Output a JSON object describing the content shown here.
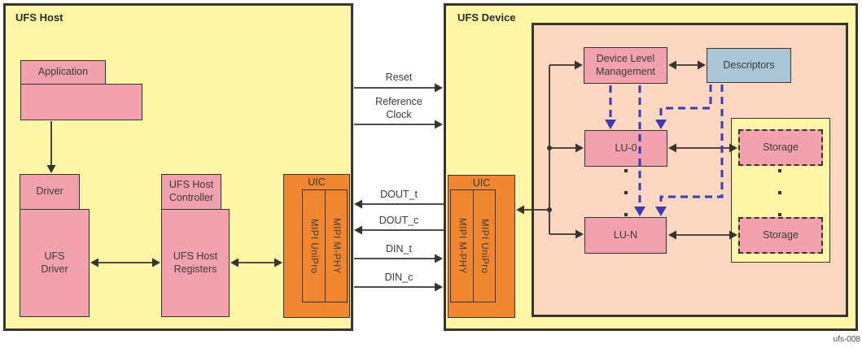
{
  "figure_id": "ufs-008",
  "host": {
    "title": "UFS Host",
    "application_label": "Application",
    "driver_tab_label": "Driver",
    "driver_body_label": "UFS\nDriver",
    "host_controller_tab_label": "UFS Host\nController",
    "host_controller_body_label": "UFS Host\nRegisters",
    "uic_label": "UIC",
    "unipro_label": "MIPI UniPro",
    "mphy_label": "MIPI M-PHY"
  },
  "signals": {
    "reset_label": "Reset",
    "reference_clock_label": "Reference\nClock",
    "dout_t_label": "DOUT_t",
    "dout_c_label": "DOUT_c",
    "din_t_label": "DIN_t",
    "din_c_label": "DIN_c"
  },
  "device": {
    "title": "UFS Device",
    "uic_label": "UIC",
    "mphy_label": "MIPI M-PHY",
    "unipro_label": "MIPI UniPro",
    "device_level_management_label": "Device Level\nManagement",
    "descriptors_label": "Descriptors",
    "lu0_label": "LU-0",
    "lun_label": "LU-N",
    "storage_top_label": "Storage",
    "storage_bottom_label": "Storage"
  },
  "colors": {
    "panel_yellow": "#fcf6a6",
    "block_pink": "#f2a2ae",
    "device_inner_salmon": "#fbd6c1",
    "uic_orange": "#f0862f",
    "descriptors_blue": "#a8c6d5",
    "dashed_arrow_blue": "#3b3bb3",
    "line_black": "#37332e"
  }
}
